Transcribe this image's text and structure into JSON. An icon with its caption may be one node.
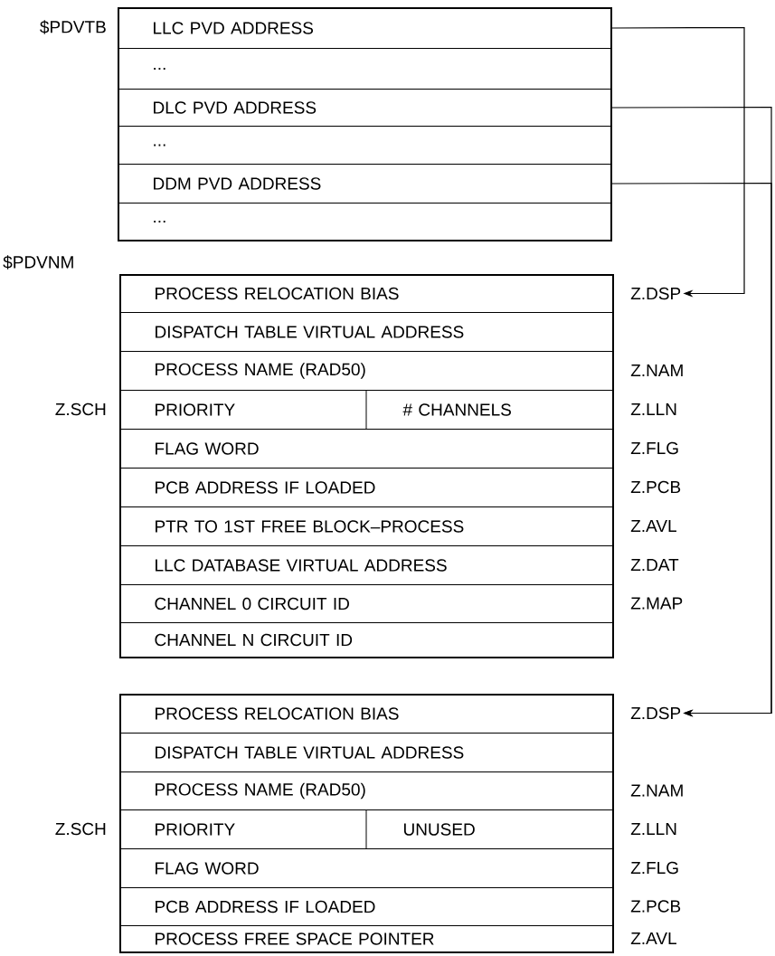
{
  "diagram": {
    "nodes": [
      {
        "text": [],
        "shape": "box"
      },
      {
        "text": [
          "LLC PVD ADDRESS"
        ],
        "in": 0
      },
      {
        "text": [
          "..."
        ],
        "in": 0
      },
      {
        "text": [
          "DLC PVD ADDRESS"
        ],
        "in": 0
      },
      {
        "text": [
          "..."
        ],
        "in": 0
      },
      {
        "text": [
          "DDM PVD ADDRESS"
        ],
        "in": 0
      },
      {
        "text": [
          "..."
        ],
        "in": 0
      },
      {
        "text": [],
        "shape": "box"
      },
      {
        "text": [
          "PROCESS RELOCATION BIAS"
        ],
        "in": 7
      },
      {
        "text": [
          "DISPATCH TABLE VIRTUAL ADDRESS"
        ],
        "in": 7
      },
      {
        "text": [
          "PROCESS NAME (RAD50)"
        ],
        "in": 7,
        "beside": [
          "Z.NAM"
        ]
      },
      {
        "text": [
          "PRIORITY",
          "# CHANNELS"
        ],
        "in": 7,
        "beside": [
          "Z.LLN"
        ]
      },
      {
        "text": [
          "FLAG WORD"
        ],
        "in": 7,
        "beside": [
          "Z.FLG"
        ]
      },
      {
        "text": [
          "PCB ADDRESS IF LOADED"
        ],
        "in": 7,
        "beside": [
          "Z.PCB"
        ]
      },
      {
        "text": [
          "PTR TO 1ST FREE BLOCK–PROCESS"
        ],
        "in": 7,
        "beside": [
          "Z.AVL"
        ]
      },
      {
        "text": [
          "LLC DATABASE VIRTUAL ADDRESS"
        ],
        "in": 7,
        "beside": [
          "Z.DAT"
        ]
      },
      {
        "text": [
          "CHANNEL 0 CIRCUIT ID"
        ],
        "in": 7,
        "beside": [
          "Z.MAP"
        ]
      },
      {
        "text": [
          "CHANNEL N CIRCUIT ID"
        ],
        "in": 7
      },
      {
        "text": [
          "Z.DSP"
        ]
      },
      {
        "text": [],
        "shape": "box"
      },
      {
        "text": [
          "PROCESS RELOCATION BIAS"
        ],
        "in": 19
      },
      {
        "text": [
          "DISPATCH TABLE VIRTUAL ADDRESS"
        ],
        "in": 19
      },
      {
        "text": [
          "PROCESS NAME (RAD50)"
        ],
        "in": 19,
        "beside": [
          "Z.NAM"
        ]
      },
      {
        "text": [
          "PRIORITY",
          "UNUSED"
        ],
        "in": 19,
        "beside": [
          "Z.LLN"
        ]
      },
      {
        "text": [
          "FLAG WORD"
        ],
        "in": 19,
        "beside": [
          "Z.FLG"
        ]
      },
      {
        "text": [
          "PCB ADDRESS IF LOADED"
        ],
        "in": 19,
        "beside": [
          "Z.PCB"
        ]
      },
      {
        "text": [
          "PROCESS FREE SPACE POINTER"
        ],
        "in": 19,
        "beside": [
          "Z.AVL"
        ]
      },
      {
        "text": [
          "Z.DSP"
        ]
      }
    ],
    "edges": [
      {
        "from": 1,
        "to": 18,
        "arrow": "to"
      },
      {
        "from": 3,
        "to": 27,
        "arrow": "to"
      },
      {
        "from": 5,
        "to": 27,
        "arrow": "to"
      }
    ],
    "labels": [
      "$PDVTB",
      "$PDVNM",
      "Z.SCH",
      "Z.SCH"
    ]
  }
}
